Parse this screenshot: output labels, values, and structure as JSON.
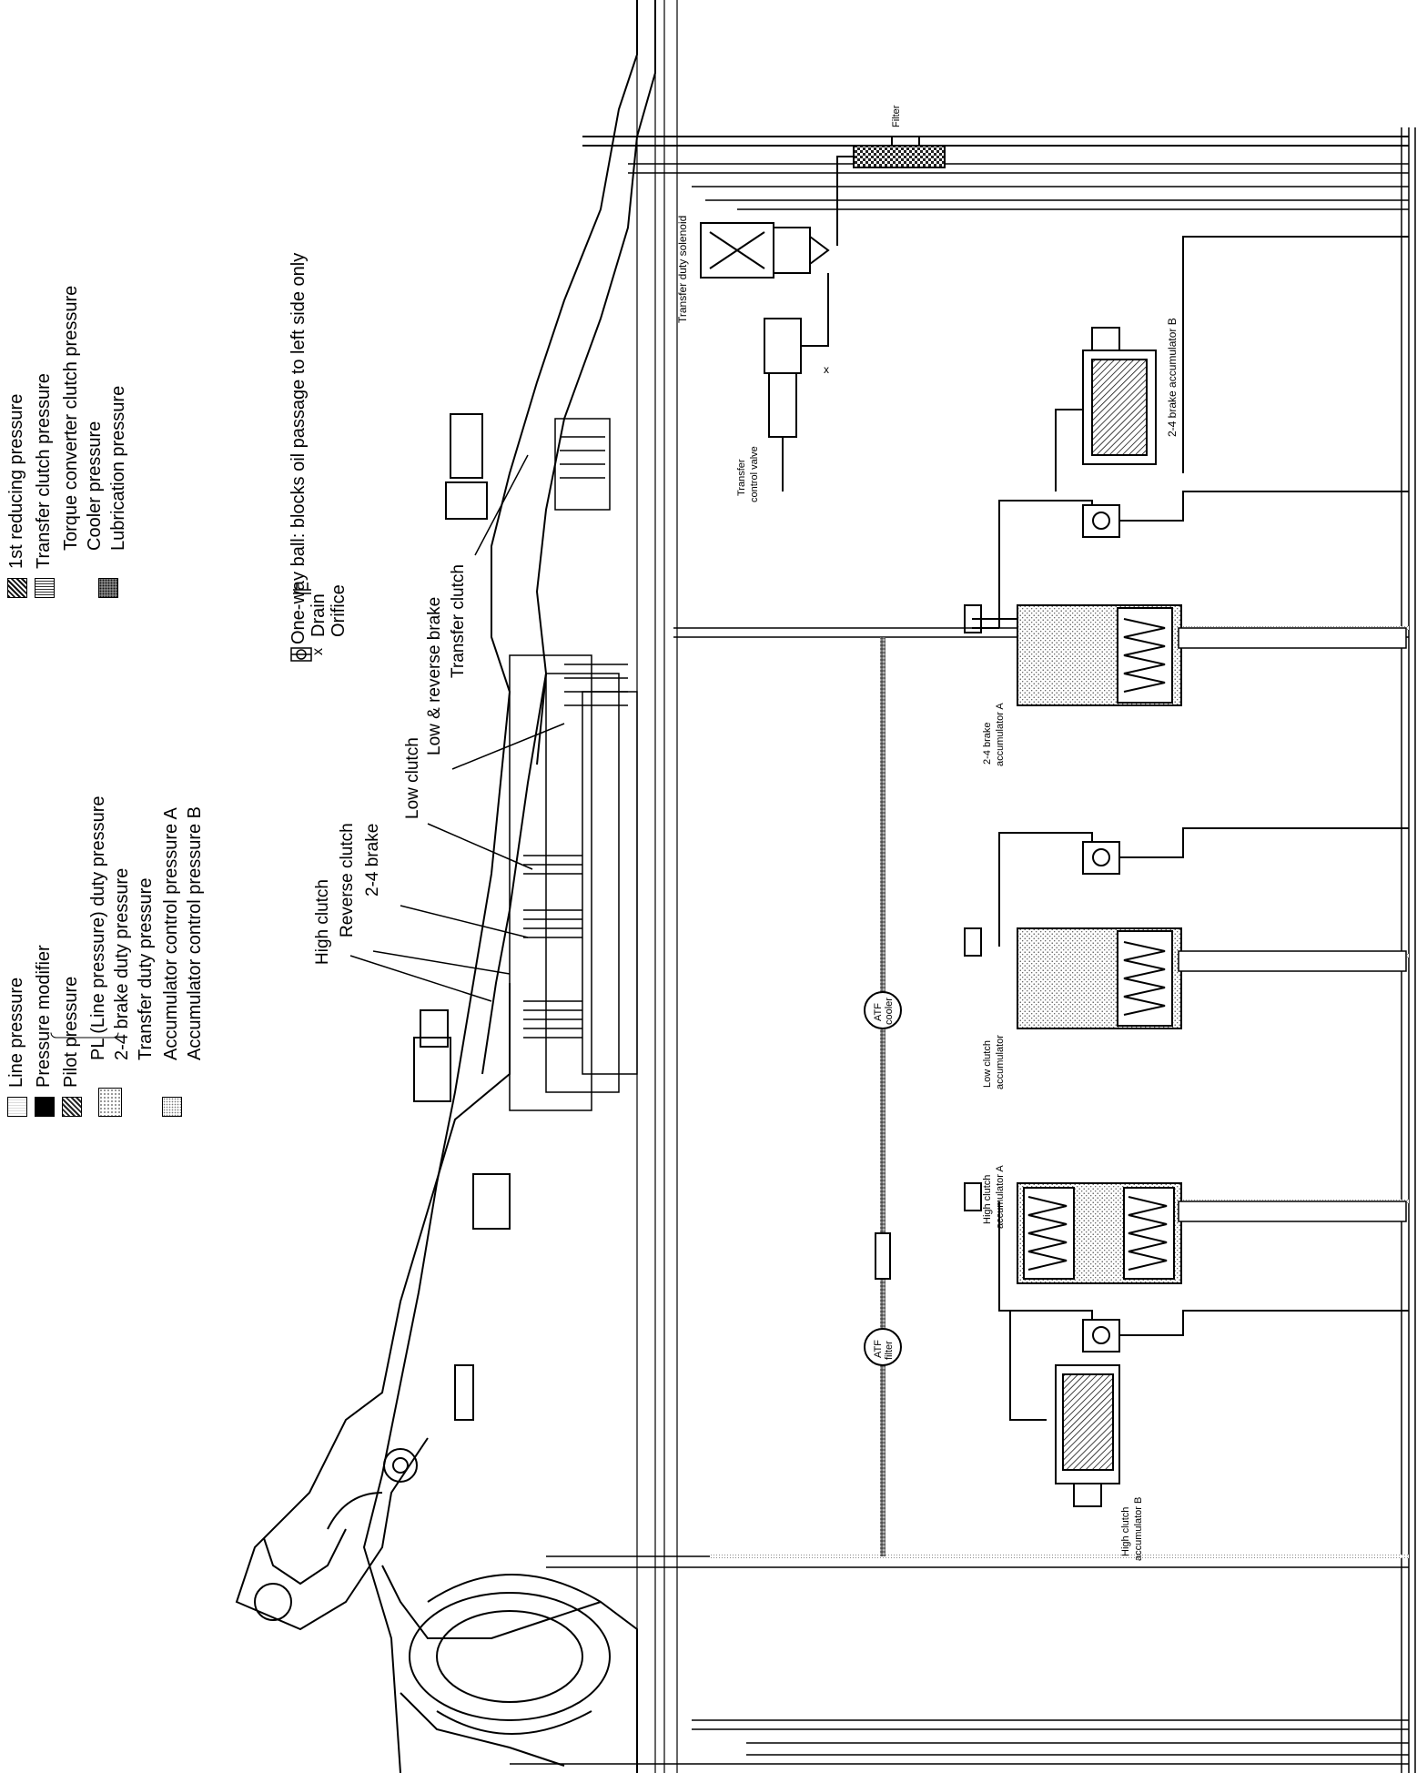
{
  "legend": {
    "items": [
      {
        "label": "Line pressure"
      },
      {
        "label": "Pressure modifier"
      },
      {
        "label": "Pilot pressure"
      },
      {
        "label": "PL (Line pressure) duty pressure"
      },
      {
        "label": "2-4 brake duty pressure"
      },
      {
        "label": "Transfer duty pressure"
      },
      {
        "label": "Accumulator control pressure A"
      },
      {
        "label": "Accumulator control pressure B"
      },
      {
        "label": "1st reducing pressure"
      },
      {
        "label": "Transfer clutch pressure"
      },
      {
        "label": "Torque converter clutch pressure"
      },
      {
        "label": "Cooler pressure"
      },
      {
        "label": "Lubrication pressure"
      }
    ],
    "symbols": [
      {
        "label": "One-way ball: blocks oil passage to left side only"
      },
      {
        "label": "Drain",
        "glyph": "x"
      },
      {
        "label": "Orifice"
      }
    ]
  },
  "callouts": {
    "high_clutch": "High clutch",
    "reverse_clutch": "Reverse clutch",
    "brake_24": "2-4 brake",
    "low_clutch": "Low clutch",
    "low_reverse_brake": "Low & reverse brake",
    "transfer_clutch": "Transfer clutch"
  },
  "components": {
    "filter": "Filter",
    "transfer_duty_solenoid": "Transfer duty solenoid",
    "transfer_control_valve_1": "Transfer",
    "transfer_control_valve_2": "control valve",
    "acc_24b": "2-4 brake accumulator B",
    "acc_24a_1": "2-4 brake",
    "acc_24a_2": "accumulator A",
    "low_acc_1": "Low clutch",
    "low_acc_2": "accumulator",
    "high_acc_a_1": "High clutch",
    "high_acc_a_2": "accumulator A",
    "high_acc_b_1": "High clutch",
    "high_acc_b_2": "accumulator B",
    "atf_cooler_1": "ATF",
    "atf_cooler_2": "cooler",
    "atf_filter_1": "ATF",
    "atf_filter_2": "filter"
  },
  "colors": {
    "ink": "#000000",
    "paper": "#ffffff",
    "gray": "#9a9a9a"
  }
}
